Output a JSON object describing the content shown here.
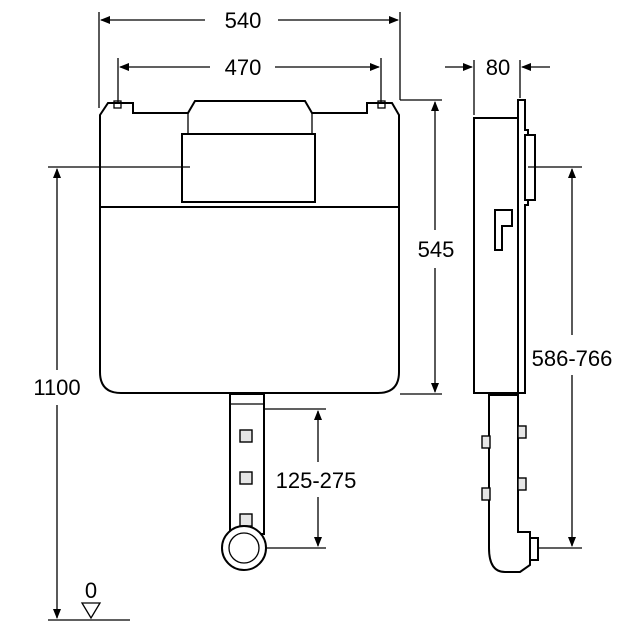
{
  "dimensions": {
    "width_total": "540",
    "width_inner": "470",
    "depth": "80",
    "height_tank": "545",
    "height_total": "1100",
    "range_side": "586-766",
    "range_front": "125-275",
    "floor_level": "0"
  },
  "colors": {
    "line": "#000000",
    "background": "#ffffff",
    "shade": "#e6e6e6"
  }
}
